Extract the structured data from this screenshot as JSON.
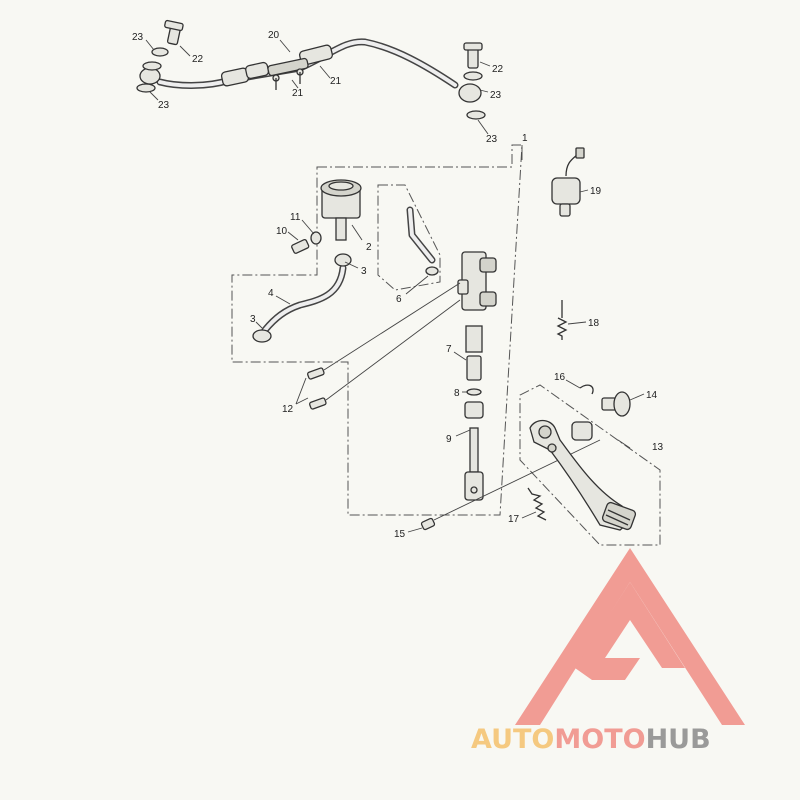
{
  "callouts": {
    "c1": "1",
    "c2": "2",
    "c3a": "3",
    "c3b": "3",
    "c4": "4",
    "c6": "6",
    "c7": "7",
    "c8": "8",
    "c9": "9",
    "c10": "10",
    "c11": "11",
    "c12": "12",
    "c13": "13",
    "c14": "14",
    "c15": "15",
    "c16": "16",
    "c17": "17",
    "c18": "18",
    "c19": "19",
    "c20": "20",
    "c21a": "21",
    "c21b": "21",
    "c22a": "22",
    "c22b": "22",
    "c23a": "23",
    "c23b": "23",
    "c23c": "23",
    "c23d": "23"
  },
  "watermark": {
    "word_1": "AUTO",
    "word_2": "MOTO",
    "word_3": "HUB",
    "color_1": "#f5c16c",
    "color_2": "#f08c84",
    "color_3": "#8a8a8a",
    "logo_color": "#f08c84"
  }
}
